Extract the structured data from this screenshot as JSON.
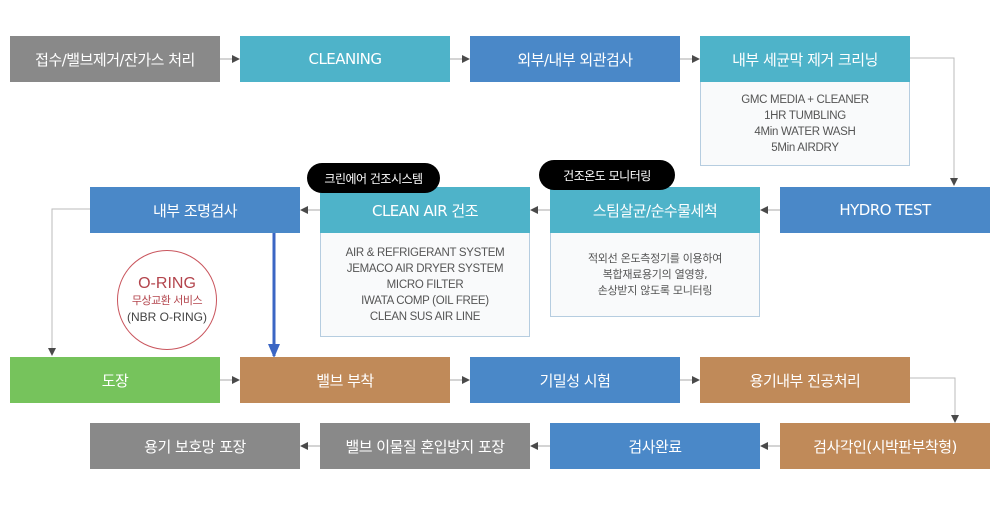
{
  "row1": [
    {
      "label": "접수/밸브제거/잔가스 처리",
      "color": "#898989"
    },
    {
      "label": "CLEANING",
      "color": "#4eb3c9"
    },
    {
      "label": "외부/내부 외관검사",
      "color": "#4a88c8"
    },
    {
      "label": "내부 세균막 제거 크리닝",
      "color": "#4eb3c9",
      "details": [
        "GMC MEDIA + CLEANER",
        "1HR TUMBLING",
        "4Min WATER WASH",
        "5Min AIRDRY"
      ]
    }
  ],
  "row2": [
    {
      "label": "내부 조명검사",
      "color": "#4a88c8"
    },
    {
      "label": "CLEAN AIR 건조",
      "color": "#4eb3c9",
      "badge": "크린에어 건조시스템",
      "details": [
        "AIR & REFRIGERANT SYSTEM",
        "JEMACO AIR DRYER SYSTEM",
        "MICRO FILTER",
        "IWATA COMP (OIL FREE)",
        "CLEAN SUS AIR LINE"
      ]
    },
    {
      "label": "스팀살균/순수물세척",
      "color": "#4eb3c9",
      "badge": "건조온도 모니터링",
      "details": [
        "적외선 온도측정기를 이용하여",
        "복합재료용기의 열영향,",
        "손상받지 않도록 모니터링"
      ]
    },
    {
      "label": "HYDRO TEST",
      "color": "#4a88c8"
    }
  ],
  "oring": {
    "title": "O-RING",
    "subtitle": "무상교환 서비스",
    "note": "(NBR O-RING)"
  },
  "row3": [
    {
      "label": "도장",
      "color": "#76c35c"
    },
    {
      "label": "밸브 부착",
      "color": "#c08a59"
    },
    {
      "label": "기밀성 시험",
      "color": "#4a88c8"
    },
    {
      "label": "용기내부 진공처리",
      "color": "#c08a59"
    }
  ],
  "row4": [
    {
      "label": "용기 보호망 포장",
      "color": "#898989"
    },
    {
      "label": "밸브 이물질 혼입방지 포장",
      "color": "#898989"
    },
    {
      "label": "검사완료",
      "color": "#4a88c8"
    },
    {
      "label": "검사각인(시박판부착형)",
      "color": "#c08a59"
    }
  ]
}
